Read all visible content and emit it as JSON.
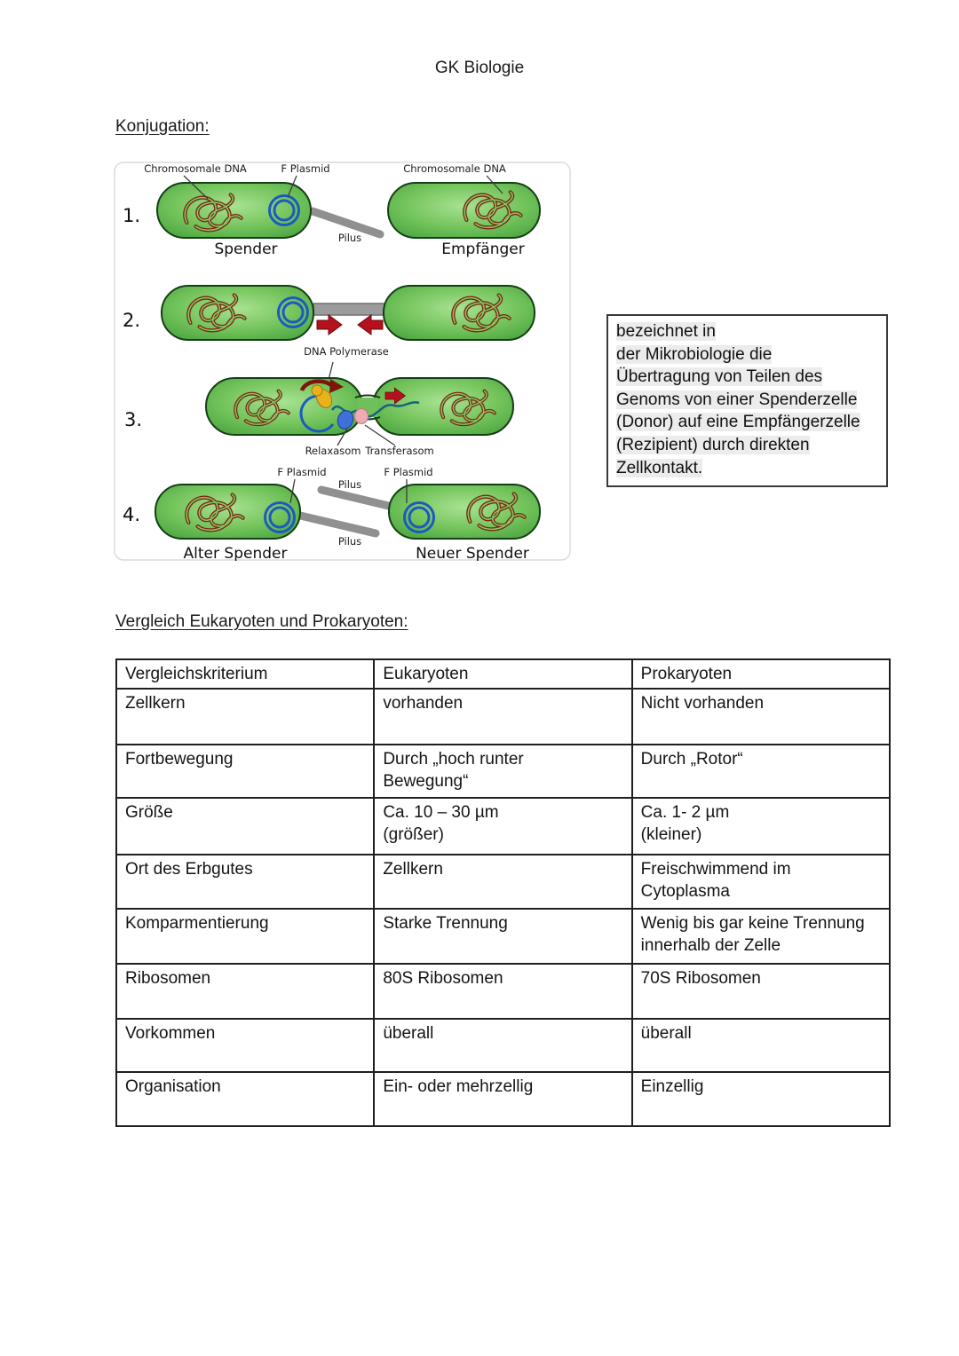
{
  "page": {
    "title": "GK Biologie"
  },
  "headings": {
    "konjugation": "Konjugation:",
    "vergleich": "Vergleich Eukaryoten und Prokaryoten:"
  },
  "diagram": {
    "steps": [
      "1.",
      "2.",
      "3.",
      "4."
    ],
    "labels": {
      "chromosomale_dna": "Chromosomale DNA",
      "f_plasmid": "F Plasmid",
      "pilus": "Pilus",
      "spender": "Spender",
      "empfaenger": "Empfänger",
      "dna_polymerase": "DNA Polymerase",
      "relaxasom": "Relaxasom",
      "transferasom": "Transferasom",
      "alter_spender": "Alter Spender",
      "neuer_spender": "Neuer Spender"
    },
    "colors": {
      "cell_green": "#74c45c",
      "cell_outline": "#143f14",
      "dna_red": "#7e2610",
      "plasmid_blue": "#1d5abf",
      "pilus_gray": "#909090",
      "arrow_red": "#b5101d",
      "polymerase_yellow": "#e9b11c",
      "relaxasom_blue": "#3f6fd8",
      "transferasom_pink": "#efaab4"
    }
  },
  "definition_box": {
    "lines": [
      "bezeichnet in",
      "der Mikrobiologie die",
      "Übertragung von Teilen des",
      "Genoms von einer Spenderzelle",
      "(Donor) auf eine Empfängerzelle",
      "(Rezipient) durch direkten",
      "Zellkontakt."
    ]
  },
  "table": {
    "headers": [
      "Vergleichskriterium",
      "Eukaryoten",
      "Prokaryoten"
    ],
    "rows": [
      {
        "kriterium": "Zellkern",
        "eukaryoten": "vorhanden",
        "prokaryoten": "Nicht vorhanden"
      },
      {
        "kriterium": "Fortbewegung",
        "eukaryoten": "Durch „hoch runter\nBewegung“",
        "prokaryoten": "Durch „Rotor“"
      },
      {
        "kriterium": "Größe",
        "eukaryoten": "Ca. 10 – 30 µm\n(größer)",
        "prokaryoten": "Ca. 1- 2 µm\n(kleiner)"
      },
      {
        "kriterium": "Ort des Erbgutes",
        "eukaryoten": "Zellkern",
        "prokaryoten": "Freischwimmend im\nCytoplasma"
      },
      {
        "kriterium": "Komparmentierung",
        "eukaryoten": "Starke Trennung",
        "prokaryoten": "Wenig bis gar keine Trennung\ninnerhalb der Zelle"
      },
      {
        "kriterium": "Ribosomen",
        "eukaryoten": "80S Ribosomen",
        "prokaryoten": "70S Ribosomen"
      },
      {
        "kriterium": "Vorkommen",
        "eukaryoten": "überall",
        "prokaryoten": "überall"
      },
      {
        "kriterium": "Organisation",
        "eukaryoten": "Ein- oder mehrzellig",
        "prokaryoten": "Einzellig"
      }
    ]
  }
}
